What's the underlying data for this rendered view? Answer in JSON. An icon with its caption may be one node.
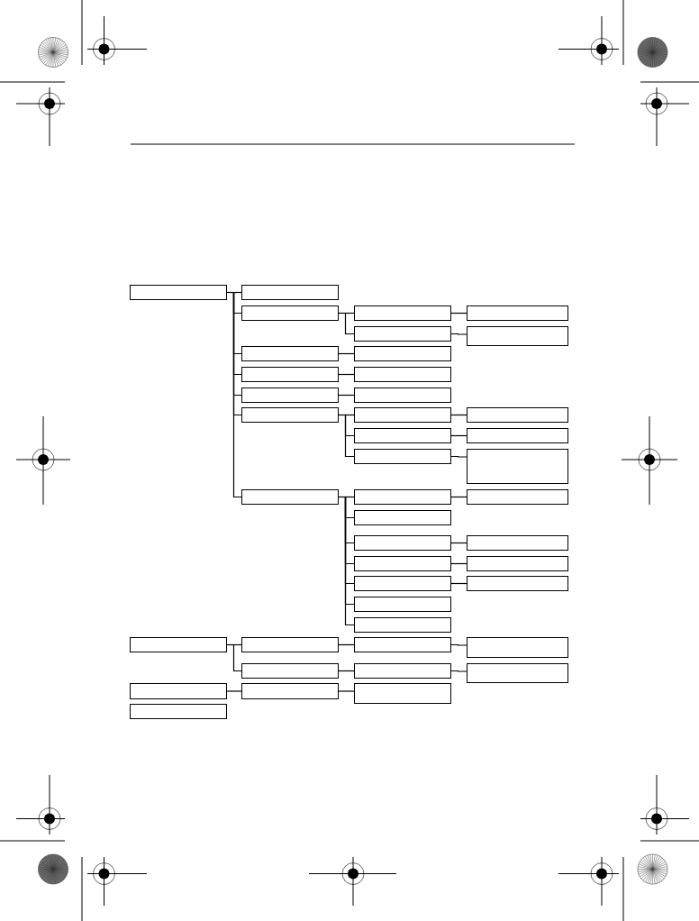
{
  "diagram": {
    "nodes": [
      {
        "text": [],
        "shape": "box"
      },
      {
        "text": [],
        "shape": "box"
      },
      {
        "text": [],
        "shape": "box"
      },
      {
        "text": [],
        "shape": "box"
      },
      {
        "text": [],
        "shape": "box"
      },
      {
        "text": [],
        "shape": "box"
      },
      {
        "text": [],
        "shape": "box"
      },
      {
        "text": [],
        "shape": "box"
      },
      {
        "text": [],
        "shape": "box"
      },
      {
        "text": [],
        "shape": "box"
      },
      {
        "text": [],
        "shape": "box"
      },
      {
        "text": [],
        "shape": "box"
      },
      {
        "text": [],
        "shape": "box"
      },
      {
        "text": [],
        "shape": "box"
      },
      {
        "text": [],
        "shape": "box"
      },
      {
        "text": [],
        "shape": "box"
      },
      {
        "text": [],
        "shape": "box"
      },
      {
        "text": [],
        "shape": "box"
      },
      {
        "text": [],
        "shape": "box"
      },
      {
        "text": [],
        "shape": "box"
      },
      {
        "text": [],
        "shape": "box"
      },
      {
        "text": [],
        "shape": "box"
      },
      {
        "text": [],
        "shape": "box"
      },
      {
        "text": [],
        "shape": "box"
      },
      {
        "text": [],
        "shape": "box"
      },
      {
        "text": [],
        "shape": "box"
      },
      {
        "text": [],
        "shape": "box"
      },
      {
        "text": [],
        "shape": "box"
      },
      {
        "text": [],
        "shape": "box"
      },
      {
        "text": [],
        "shape": "box"
      },
      {
        "text": [],
        "shape": "box"
      },
      {
        "text": [],
        "shape": "box"
      },
      {
        "text": [],
        "shape": "box"
      },
      {
        "text": [],
        "shape": "box"
      },
      {
        "text": [],
        "shape": "box"
      },
      {
        "text": [],
        "shape": "box"
      },
      {
        "text": [],
        "shape": "box"
      },
      {
        "text": [],
        "shape": "box"
      },
      {
        "text": [],
        "shape": "box"
      },
      {
        "text": [],
        "shape": "box"
      },
      {
        "text": [],
        "shape": "box"
      },
      {
        "text": [],
        "shape": "box"
      },
      {
        "text": [],
        "shape": "box"
      }
    ],
    "edges": [
      {
        "from": 0,
        "to": 1,
        "arrow": "none"
      },
      {
        "from": 0,
        "to": 2,
        "arrow": "none"
      },
      {
        "from": 0,
        "to": 7,
        "arrow": "none"
      },
      {
        "from": 0,
        "to": 9,
        "arrow": "none"
      },
      {
        "from": 0,
        "to": 11,
        "arrow": "none"
      },
      {
        "from": 0,
        "to": 13,
        "arrow": "none"
      },
      {
        "from": 0,
        "to": 20,
        "arrow": "none"
      },
      {
        "from": 2,
        "to": 3,
        "arrow": "none"
      },
      {
        "from": 2,
        "to": 5,
        "arrow": "none"
      },
      {
        "from": 3,
        "to": 4,
        "arrow": "none"
      },
      {
        "from": 5,
        "to": 6,
        "arrow": "none"
      },
      {
        "from": 7,
        "to": 8,
        "arrow": "none"
      },
      {
        "from": 9,
        "to": 10,
        "arrow": "none"
      },
      {
        "from": 11,
        "to": 12,
        "arrow": "none"
      },
      {
        "from": 13,
        "to": 14,
        "arrow": "none"
      },
      {
        "from": 13,
        "to": 16,
        "arrow": "none"
      },
      {
        "from": 13,
        "to": 18,
        "arrow": "none"
      },
      {
        "from": 14,
        "to": 15,
        "arrow": "none"
      },
      {
        "from": 16,
        "to": 17,
        "arrow": "none"
      },
      {
        "from": 18,
        "to": 19,
        "arrow": "none"
      },
      {
        "from": 20,
        "to": 21,
        "arrow": "none"
      },
      {
        "from": 20,
        "to": 23,
        "arrow": "none"
      },
      {
        "from": 20,
        "to": 24,
        "arrow": "none"
      },
      {
        "from": 20,
        "to": 26,
        "arrow": "none"
      },
      {
        "from": 20,
        "to": 28,
        "arrow": "none"
      },
      {
        "from": 20,
        "to": 30,
        "arrow": "none"
      },
      {
        "from": 20,
        "to": 31,
        "arrow": "none"
      },
      {
        "from": 21,
        "to": 22,
        "arrow": "none"
      },
      {
        "from": 24,
        "to": 25,
        "arrow": "none"
      },
      {
        "from": 26,
        "to": 27,
        "arrow": "none"
      },
      {
        "from": 28,
        "to": 29,
        "arrow": "none"
      },
      {
        "from": 32,
        "to": 33,
        "arrow": "none"
      },
      {
        "from": 32,
        "to": 36,
        "arrow": "none"
      },
      {
        "from": 33,
        "to": 34,
        "arrow": "none"
      },
      {
        "from": 36,
        "to": 37,
        "arrow": "none"
      },
      {
        "from": 34,
        "to": 35,
        "arrow": "none"
      },
      {
        "from": 37,
        "to": 38,
        "arrow": "none"
      },
      {
        "from": 39,
        "to": 40,
        "arrow": "none"
      },
      {
        "from": 40,
        "to": 41,
        "arrow": "none"
      }
    ]
  }
}
